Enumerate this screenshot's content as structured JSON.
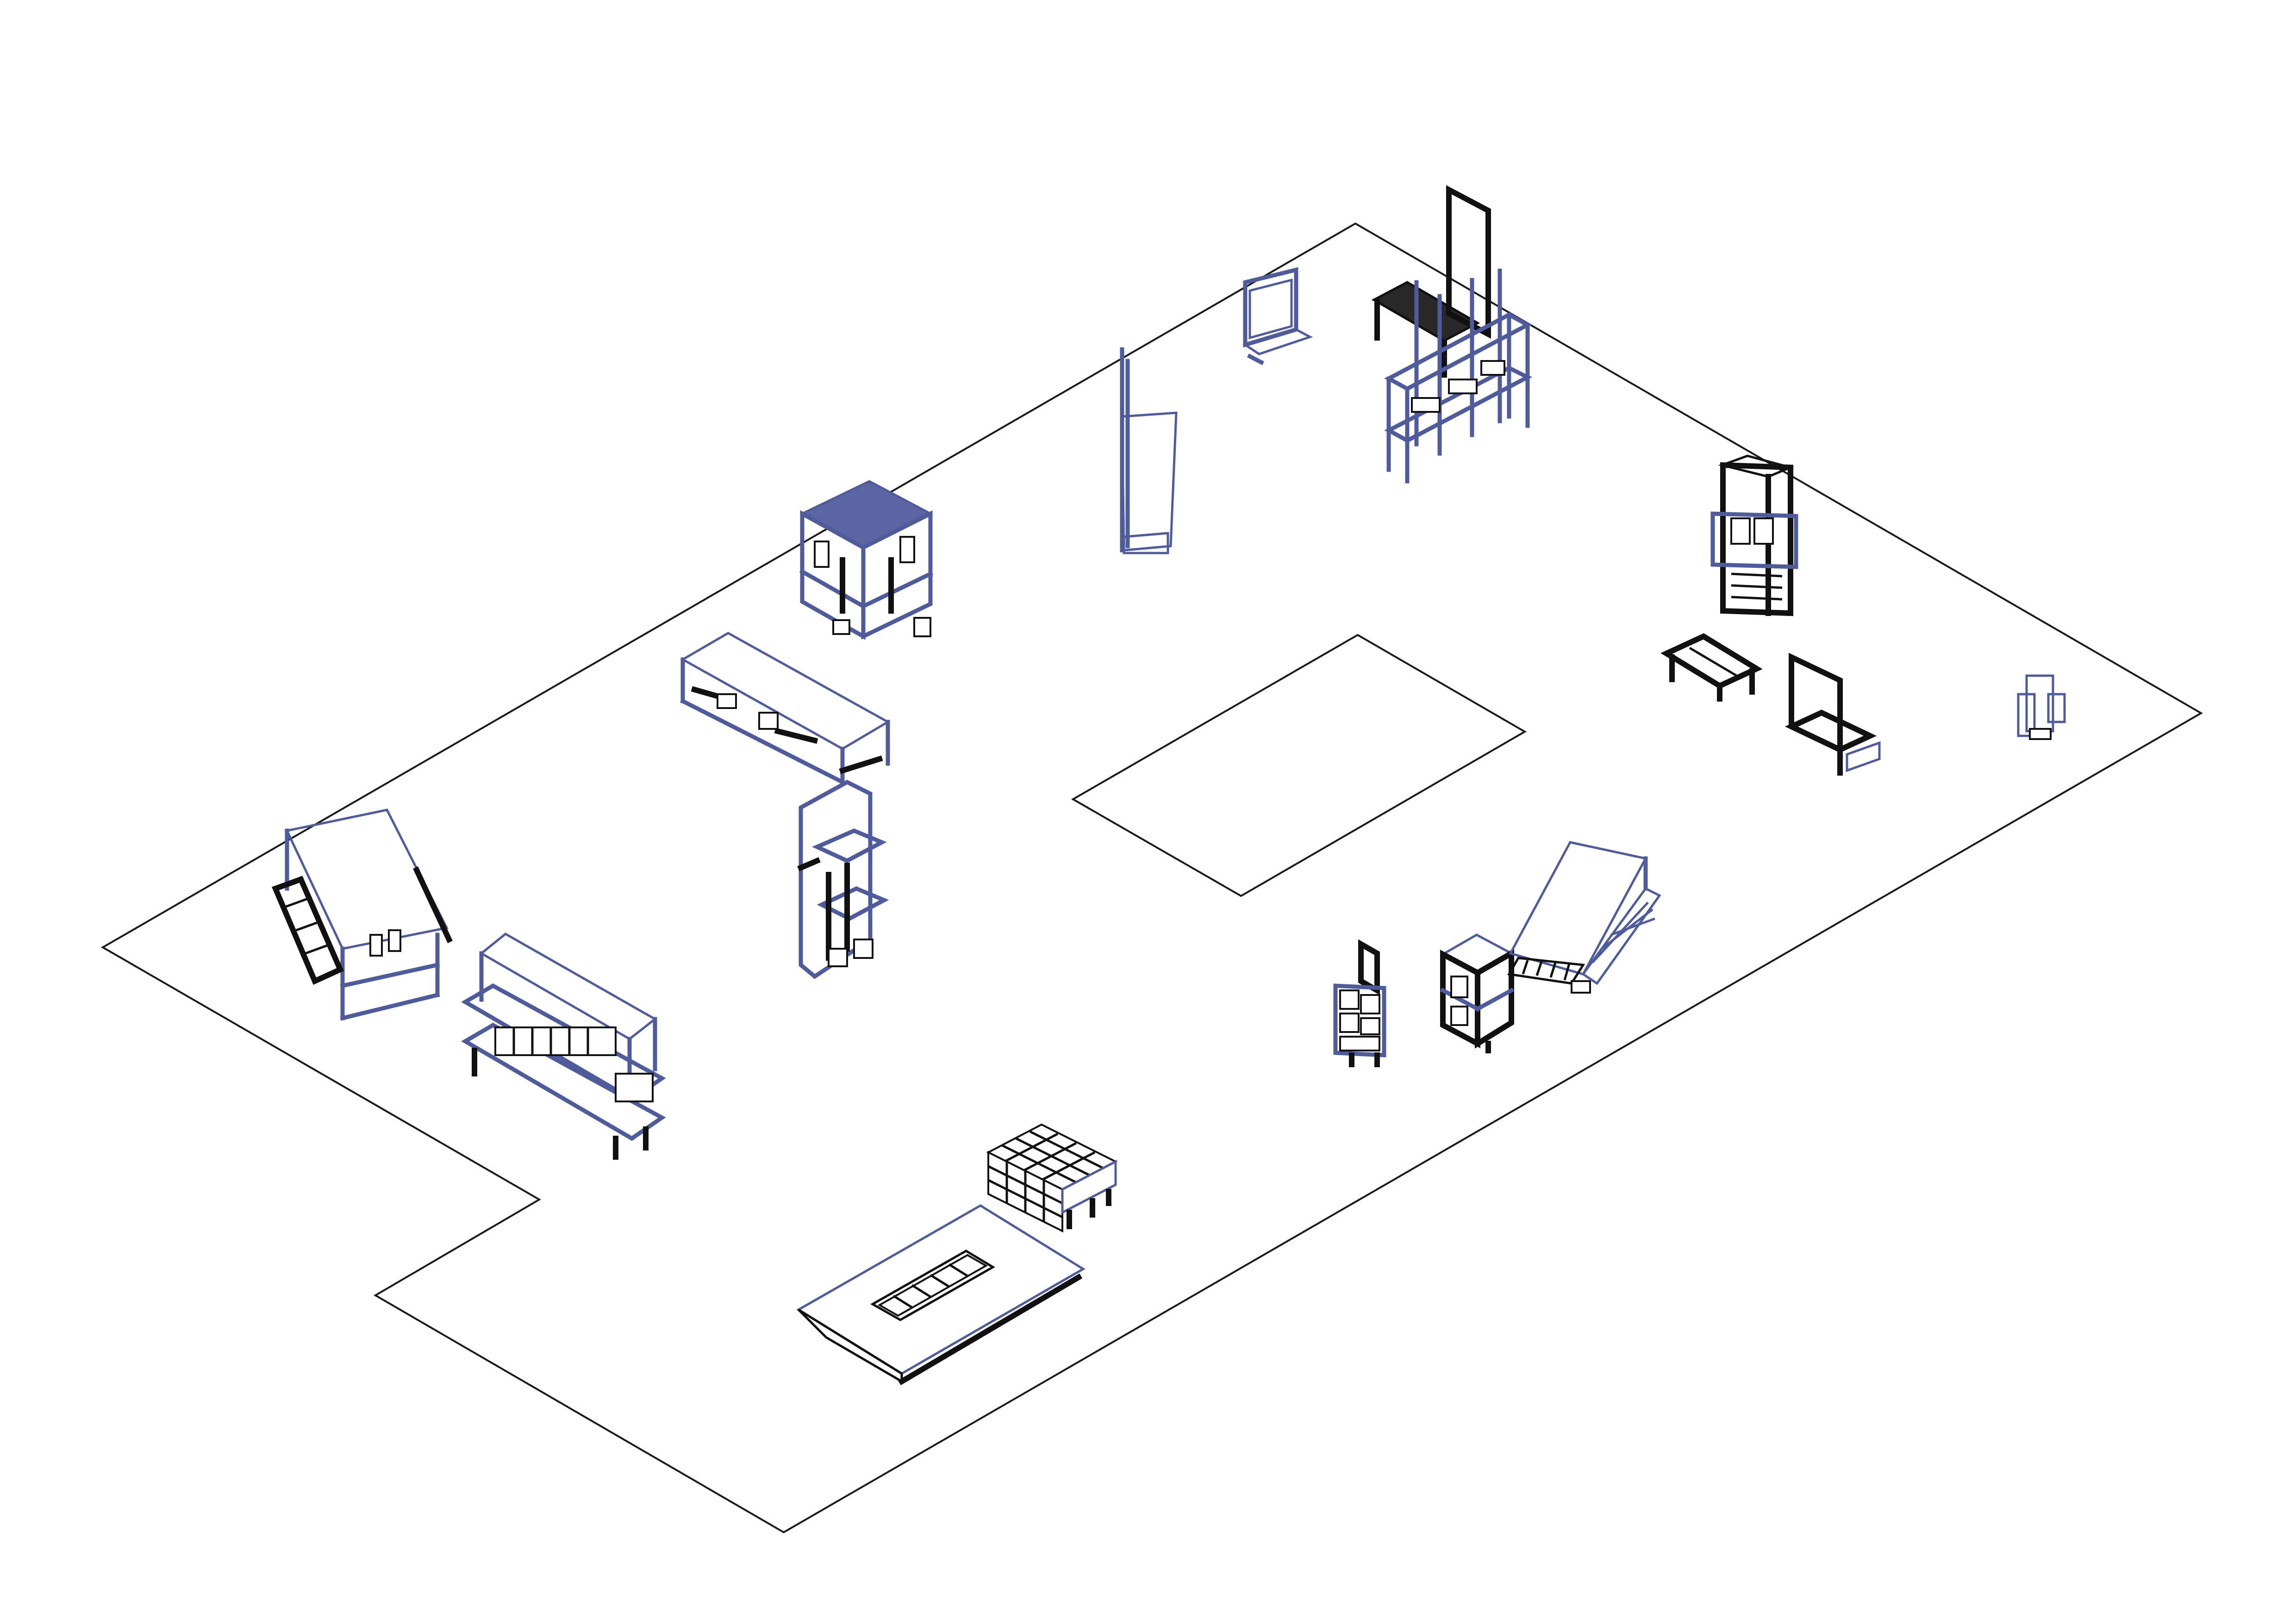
{
  "colors": {
    "background": "#ffffff",
    "outline": "#1a1a1a",
    "furniture_blue": "#4f5b9a",
    "furniture_black": "#111111",
    "panel_fill": "#5b65a3"
  },
  "objects": [
    "floor-plan-outline",
    "central-void",
    "tall-panel-stand",
    "small-frame-stand",
    "black-gate-frame",
    "shelving-rack",
    "tower-cabinet",
    "low-black-table",
    "black-cart-frame",
    "small-stool",
    "blue-roof-kiosk",
    "long-workbench",
    "l-shaped-shelf",
    "sloped-table-unit",
    "display-cabinet",
    "cube-frame",
    "ramp-platform",
    "narrow-ladder-unit",
    "stacked-crates",
    "floor-display-tray"
  ]
}
